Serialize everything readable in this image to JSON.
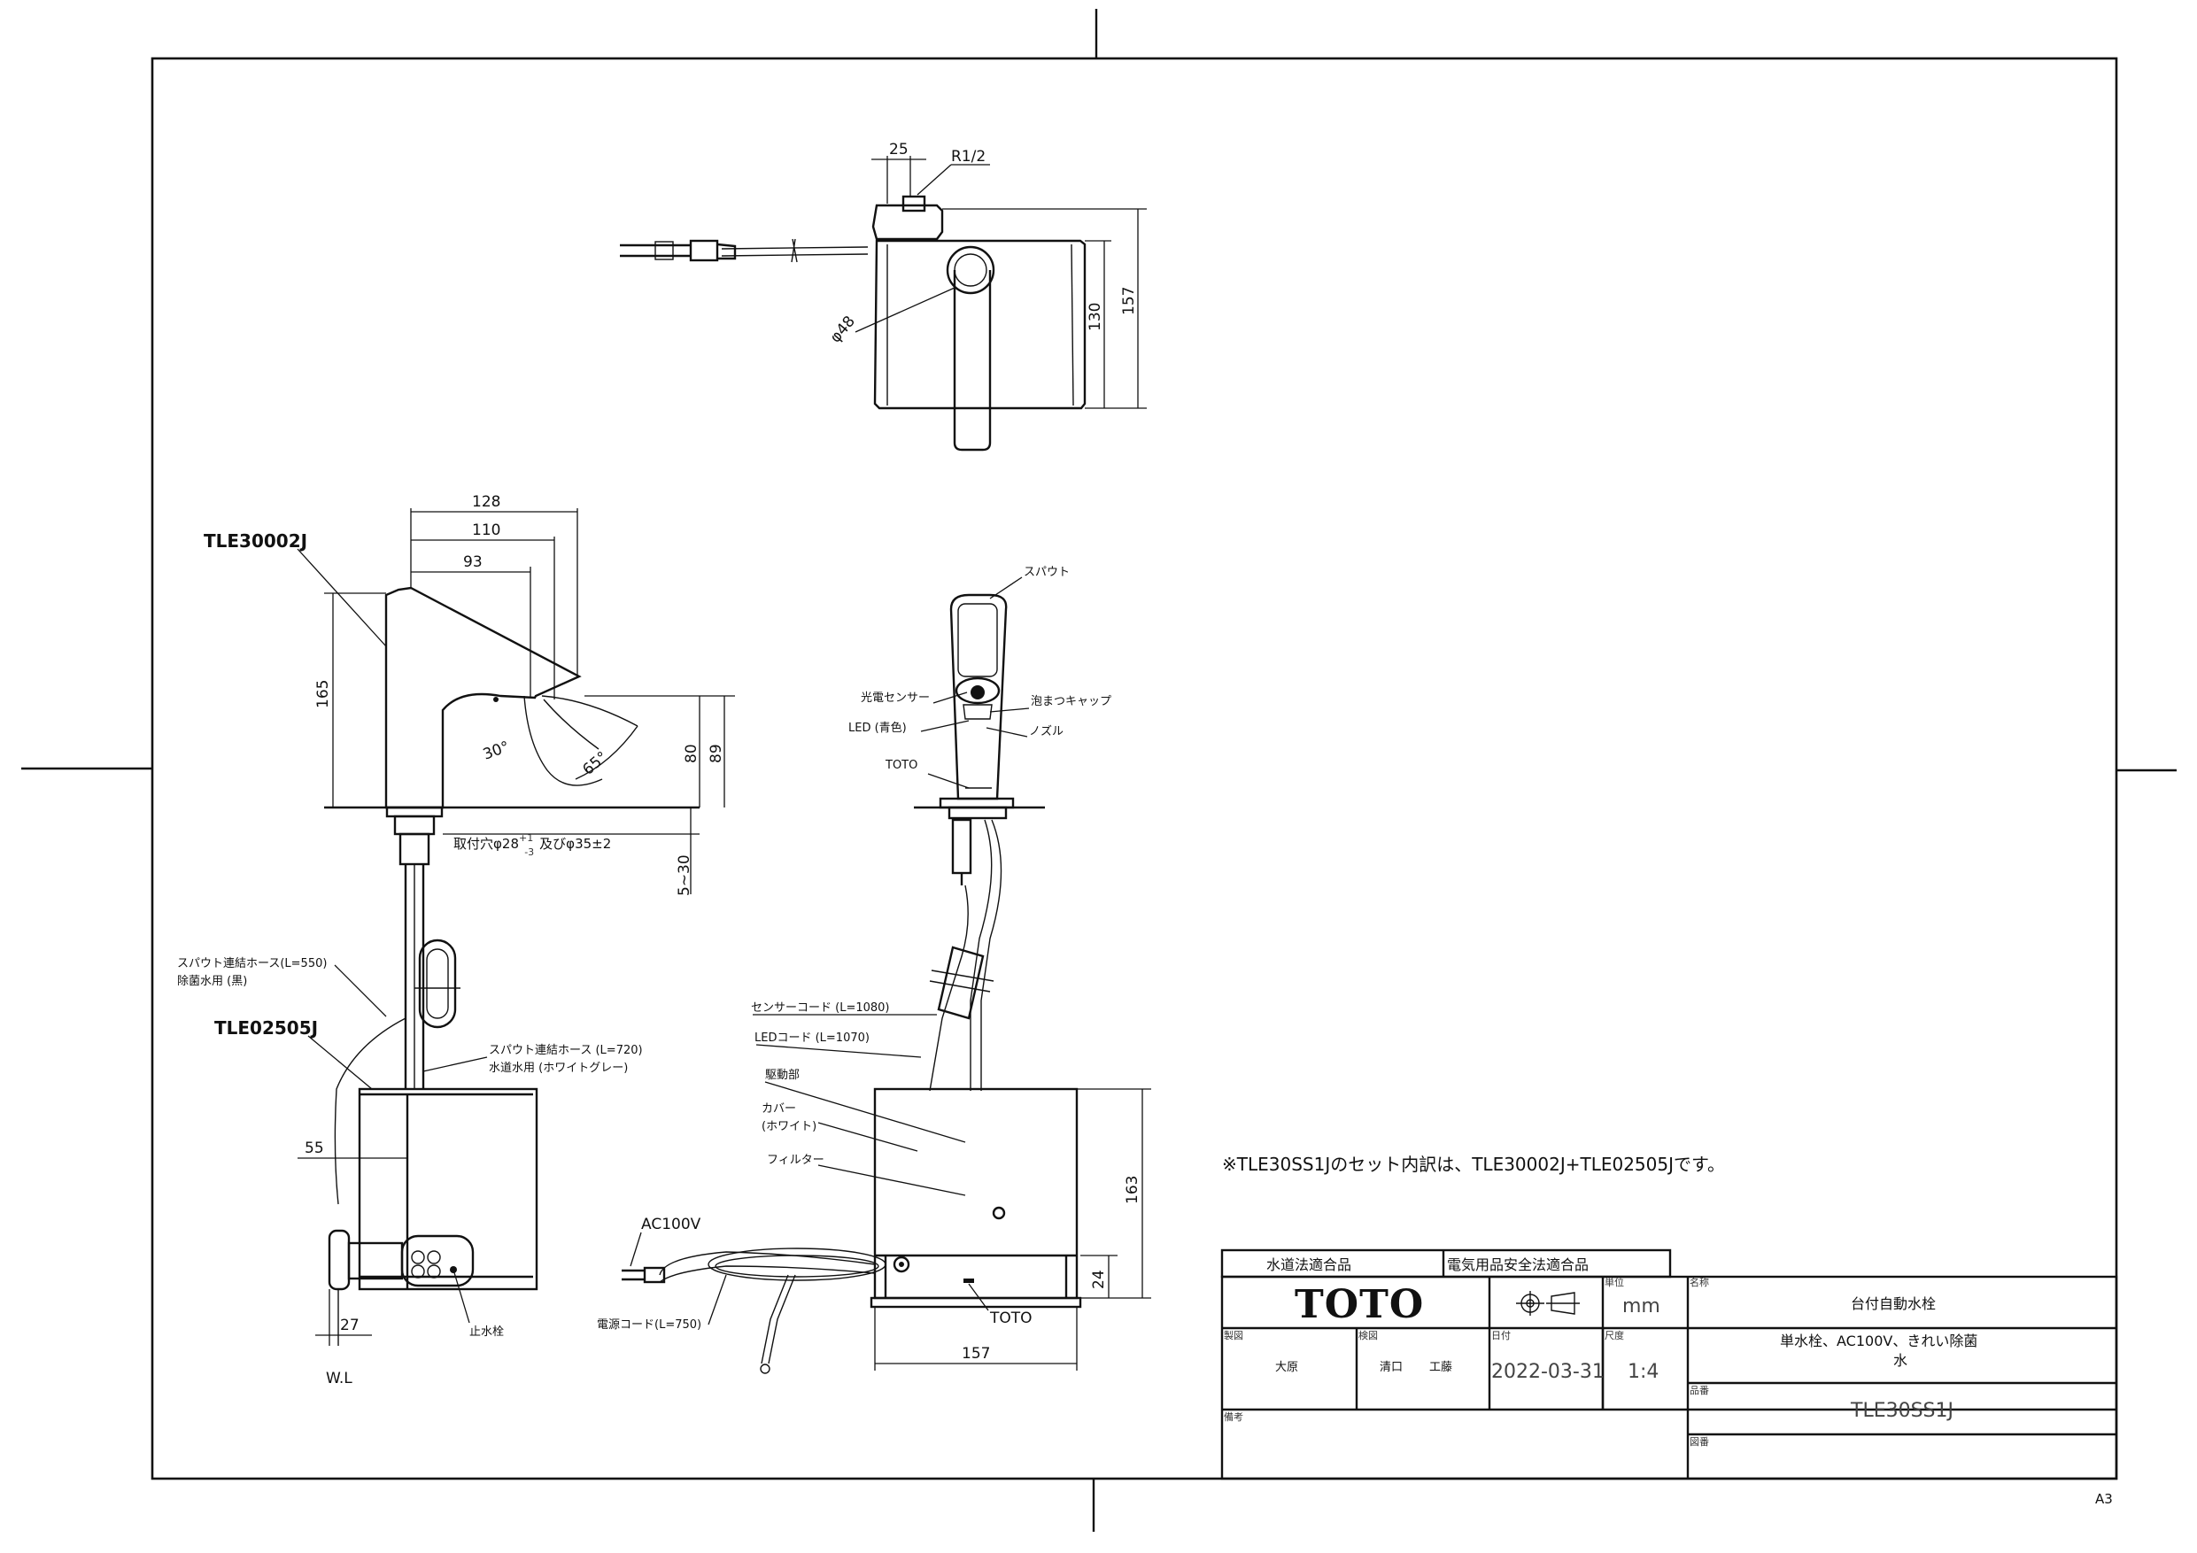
{
  "top_view": {
    "dim_width": "25",
    "thread": "R1/2",
    "dim_height": "157",
    "dim_inner_height": "130",
    "dim_diameter": "φ48"
  },
  "side_view": {
    "model_spout": "TLE30002J",
    "dim_128": "128",
    "dim_110": "110",
    "dim_93": "93",
    "dim_165": "165",
    "dim_80": "80",
    "dim_89": "89",
    "angle_30": "30°",
    "angle_65": "65°",
    "mount_hole_prefix": "取付穴φ28",
    "mount_tol_plus": "+1",
    "mount_tol_minus": "-3",
    "mount_hole_suffix": "及びφ35±2",
    "dim_5_30": "5~30",
    "hose_sterile_1": "スパウト連結ホース(L=550)",
    "hose_sterile_2": "除菌水用 (黒)",
    "model_body": "TLE02505J",
    "hose_water_1": "スパウト連結ホース (L=720)",
    "hose_water_2": "水道水用 (ホワイトグレー)",
    "dim_55": "55",
    "dim_27": "27",
    "wl": "W.L",
    "stop_valve": "止水栓"
  },
  "front_view": {
    "spout": "スパウト",
    "sensor": "光電センサー",
    "foam_cap": "泡まつキャップ",
    "led": "LED (青色)",
    "nozzle": "ノズル",
    "brand_mark": "TOTO",
    "sensor_cord": "センサーコード (L=1080)",
    "led_cord": "LEDコード (L=1070)",
    "drive_unit": "駆動部",
    "cover_1": "カバー",
    "cover_2": "(ホワイト)",
    "filter": "フィルター",
    "dim_163": "163",
    "dim_24": "24",
    "dim_157": "157",
    "power_label": "AC100V",
    "power_cord": "電源コード(L=750)",
    "brand_bottom": "TOTO"
  },
  "note": "※TLE30SS1Jのセット内訳は、TLE30002J+TLE02505Jです。",
  "title_block": {
    "cert_water": "水道法適合品",
    "cert_electric": "電気用品安全法適合品",
    "brand": "TOTO",
    "unit_label": "単位",
    "unit": "mm",
    "name_label": "名称",
    "name": "台付自動水栓",
    "name_sub_1": "単水栓、AC100V、きれい除菌",
    "name_sub_2": "水",
    "drawn_label": "製図",
    "drawn_by": "大原",
    "checked_label": "検図",
    "checked_by_1": "清口",
    "checked_by_2": "工藤",
    "date_label": "日付",
    "date": "2022-03-31",
    "scale_label": "尺度",
    "scale": "1:4",
    "model_label": "品番",
    "model": "TLE30SS1J",
    "remarks_label": "備考",
    "drawing_no_label": "図番"
  },
  "sheet_size": "A3"
}
